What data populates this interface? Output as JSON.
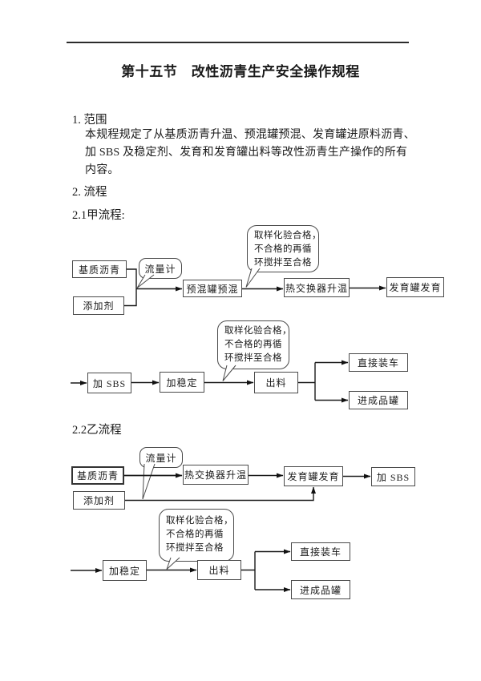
{
  "document": {
    "title": "第十五节　改性沥青生产安全操作规程",
    "scope": {
      "heading": "1. 范围",
      "lines": [
        "本规程规定了从基质沥青升温、预混罐预混、发育罐进原料沥青、",
        "加 SBS 及稳定剂、发育和发育罐出料等改性沥青生产操作的所有",
        "内容。"
      ]
    },
    "process_heading": "2. 流程",
    "flow_a_heading": "2.1甲流程:",
    "flow_b_heading": "2.2乙流程"
  },
  "flowchart_a": {
    "nodes": {
      "base_asphalt": "基质沥青",
      "additive": "添加剂",
      "premix_tank": "预混罐预混",
      "heat_exchanger": "热交换器升温",
      "develop_tank": "发育罐发育",
      "add_sbs": "加 SBS",
      "add_stabilizer": "加稳定",
      "discharge": "出料",
      "direct_loading": "直接装车",
      "product_tank": "进成品罐"
    },
    "callouts": {
      "flow_meter": "流量计",
      "sampling_1": [
        "取样化验合格，",
        "不合格的再循",
        "环搅拌至合格"
      ],
      "sampling_2": [
        "取样化验合格，",
        "不合格的再循",
        "环搅拌至合格"
      ]
    }
  },
  "flowchart_b": {
    "nodes": {
      "base_asphalt": "基质沥青",
      "additive": "添加剂",
      "heat_exchanger": "热交换器升温",
      "develop_tank": "发育罐发育",
      "add_sbs": "加 SBS",
      "add_stabilizer": "加稳定",
      "discharge": "出料",
      "direct_loading": "直接装车",
      "product_tank": "进成品罐"
    },
    "callouts": {
      "flow_meter": "流量计",
      "sampling": [
        "取样化验合格，",
        "不合格的再循",
        "环搅拌至合格"
      ]
    }
  },
  "colors": {
    "background": "#ffffff",
    "text": "#1a1a1a",
    "box_border": "#4a4a4a",
    "line": "#1a1a1a"
  }
}
